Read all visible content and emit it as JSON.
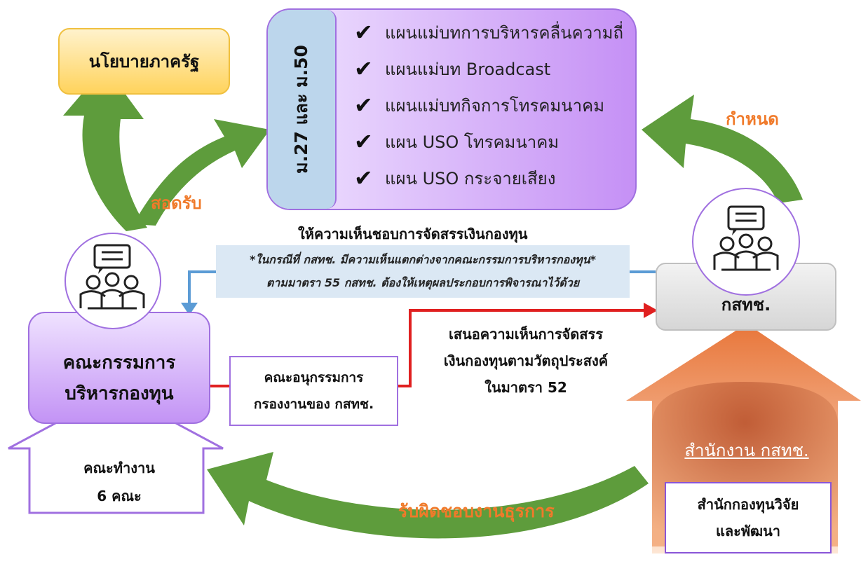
{
  "nodes": {
    "policy": "นโยบายภาครัฐ",
    "sections_label": "ม.27 และ ม.50",
    "plans": [
      "แผนแม่บทการบริหารคลื่นความถี่",
      "แผนแม่บท Broadcast",
      "แผนแม่บทกิจการโทรคมนาคม",
      "แผน USO โทรคมนาคม",
      "แผน USO กระจายเสียง"
    ],
    "committee_line1": "คณะกรรมการ",
    "committee_line2": "บริหารกองทุน",
    "subcommittee_line1": "คณะอนุกรรมการ",
    "subcommittee_line2": "กรองงานของ กสทช.",
    "nbtc": "กสทช.",
    "working_group_line1": "คณะทำงาน",
    "working_group_line2": "6 คณะ",
    "office": "สำนักงาน กสทช.",
    "research_fund_line1": "สำนักกองทุนวิจัย",
    "research_fund_line2": "และพัฒนา"
  },
  "labels": {
    "align": "สอดรับ",
    "define": "กำหนด",
    "approve": "ให้ความเห็นชอบการจัดสรรเงินกองทุน",
    "note_line1": "*ในกรณีที่ กสทช. มีความเห็นแตกต่างจากคณะกรรมการบริหารกองทุน*",
    "note_line2": "ตามมาตรา 55 กสทช. ต้องให้เหตุผลประกอบการพิจารณาไว้ด้วย",
    "propose_line1": "เสนอความเห็นการจัดสรร",
    "propose_line2": "เงินกองทุนตามวัตถุประสงค์",
    "propose_line3": "ในมาตรา 52",
    "secretariat": "รับผิดชอบงานธุรการ"
  },
  "colors": {
    "green_arrow": "#5a9a3a",
    "orange_text": "#f07a2a",
    "purple_border": "#a070e0",
    "blue_line": "#5b9bd5",
    "red_line": "#e02020",
    "note_bg": "#dbe8f4"
  },
  "icons": [
    "meeting-icon-committee",
    "meeting-icon-nbtc",
    "checkmark-icon"
  ]
}
